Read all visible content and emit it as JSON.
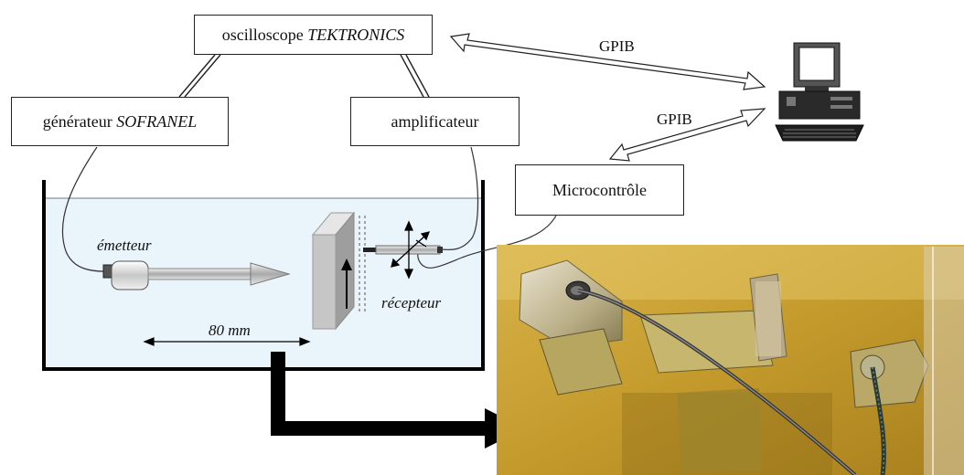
{
  "oscilloscope": {
    "prefix": "oscilloscope ",
    "brand": "TEKTRONICS"
  },
  "generator": {
    "prefix": "générateur ",
    "brand": "SOFRANEL"
  },
  "amplifier": {
    "label": "amplificateur"
  },
  "microcontroller": {
    "label": "Microcontrôle"
  },
  "links": {
    "gpib_top": "GPIB",
    "gpib_lower": "GPIB"
  },
  "tank": {
    "emitter": "émetteur",
    "receiver": "récepteur",
    "distance": "80 mm",
    "water_color": "#eaf4fb"
  },
  "photo": {
    "base_color": "#c9a43a",
    "description_icon": "experimental-setup-photo"
  },
  "computer": {
    "icon": "desktop-computer-icon"
  }
}
